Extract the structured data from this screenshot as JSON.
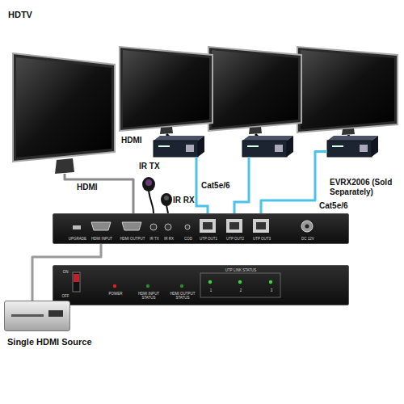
{
  "diagram": {
    "nodes": [
      {
        "text": [
          "HDTV"
        ]
      },
      {
        "text": [
          "EVRX2006 (Sold Separately)"
        ]
      },
      {
        "text": [
          "UPGRADE",
          "HDMI INPUT",
          "HDMI OUTPUT",
          "IR TX",
          "IR RX",
          "COD",
          "UTP OUT1",
          "UTP OUT2",
          "UTP OUT3",
          "DC 12V"
        ]
      },
      {
        "text": [
          "ON",
          "OFF",
          "POWER",
          "HDMI INPUT STATUS",
          "HDMI OUTPUT STATUS",
          "UTP LINK STATUS",
          "1",
          "2",
          "3"
        ]
      },
      {
        "text": [
          "Single HDMI Source"
        ]
      }
    ],
    "edges": [
      {
        "from": 0,
        "to": 2,
        "label": "HDMI",
        "arrow": "none"
      },
      {
        "from": 1,
        "to": 2,
        "label": "Cat5e/6",
        "arrow": "none"
      },
      {
        "from": 4,
        "to": 2,
        "arrow": "none"
      }
    ],
    "labels": [
      "HDMI",
      "IR TX",
      "IR RX",
      "Cat5e/6"
    ]
  }
}
